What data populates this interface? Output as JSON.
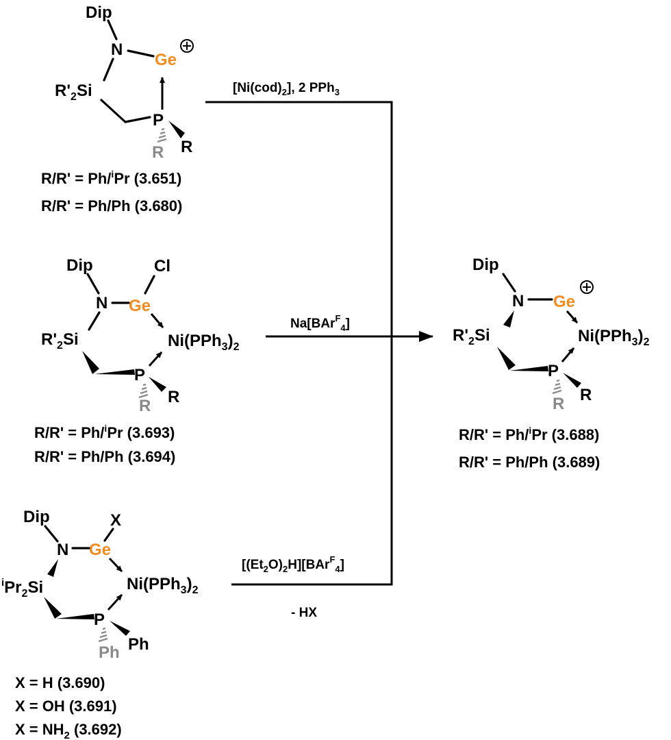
{
  "colors": {
    "germanium": "#f28c1e",
    "gray_substituent": "#8a8a8a",
    "ink": "#000000"
  },
  "atoms": {
    "dip": "Dip",
    "n": "N",
    "ge": "Ge",
    "plus": "+",
    "cl": "Cl",
    "x": "X",
    "p": "P",
    "r": "R",
    "ph": "Ph",
    "ni_prefix": "Ni(PPh",
    "ni_sub": "3",
    "ni_suffix": ")",
    "ni_sub2": "2",
    "r2si_prefix": "R'",
    "r2si_sub": "2",
    "r2si_suffix": "Si",
    "ipr2si_sup": "i",
    "ipr2si_main": "Pr",
    "ipr2si_sub": "2",
    "ipr2si_suffix": "Si"
  },
  "compounds": {
    "top_left": {
      "line1_a": "R/R' = Ph/",
      "line1_sup": "i",
      "line1_b": "Pr (3.651)",
      "line2": "R/R' = Ph/Ph (3.680)"
    },
    "middle_left": {
      "line1_a": "R/R' = Ph/",
      "line1_sup": "i",
      "line1_b": "Pr (3.693)",
      "line2": "R/R' = Ph/Ph (3.694)"
    },
    "bottom_left": {
      "line1": "X = H (3.690)",
      "line2": "X = OH (3.691)",
      "line3_a": "X = NH",
      "line3_sub": "2",
      "line3_b": " (3.692)"
    },
    "product": {
      "line1_a": "R/R' = Ph/",
      "line1_sup": "i",
      "line1_b": "Pr (3.688)",
      "line2": "R/R' = Ph/Ph (3.689)"
    }
  },
  "conditions": {
    "top_a": "[Ni(cod)",
    "top_sub": "2",
    "top_b": "], 2 PPh",
    "top_sub2": "3",
    "middle_a": "Na[BAr",
    "middle_sup": "F",
    "middle_sub": "4",
    "middle_b": "]",
    "bottom_a": "[(Et",
    "bottom_sub1": "2",
    "bottom_b": "O)",
    "bottom_sub2": "2",
    "bottom_c": "H][BAr",
    "bottom_sup": "F",
    "bottom_sub3": "4",
    "bottom_d": "]",
    "bottom_byproduct": "- HX"
  }
}
